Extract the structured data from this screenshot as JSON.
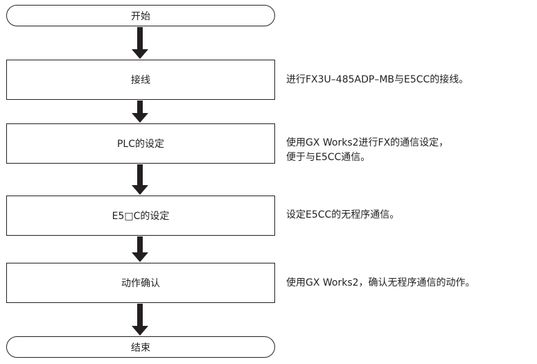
{
  "flow": {
    "start": "开始",
    "end": "结束",
    "steps": [
      {
        "label": "接线",
        "note": [
          "进行FX3U–485ADP–MB与E5CC的接线。"
        ]
      },
      {
        "label": "PLC的设定",
        "note": [
          "使用GX Works2进行FX的通信设定，",
          "便于与E5CC通信。"
        ]
      },
      {
        "label": "E5□C的设定",
        "note": [
          "设定E5CC的无程序通信。"
        ]
      },
      {
        "label": "动作确认",
        "note": [
          "使用GX Works2，确认无程序通信的动作。"
        ]
      }
    ]
  }
}
